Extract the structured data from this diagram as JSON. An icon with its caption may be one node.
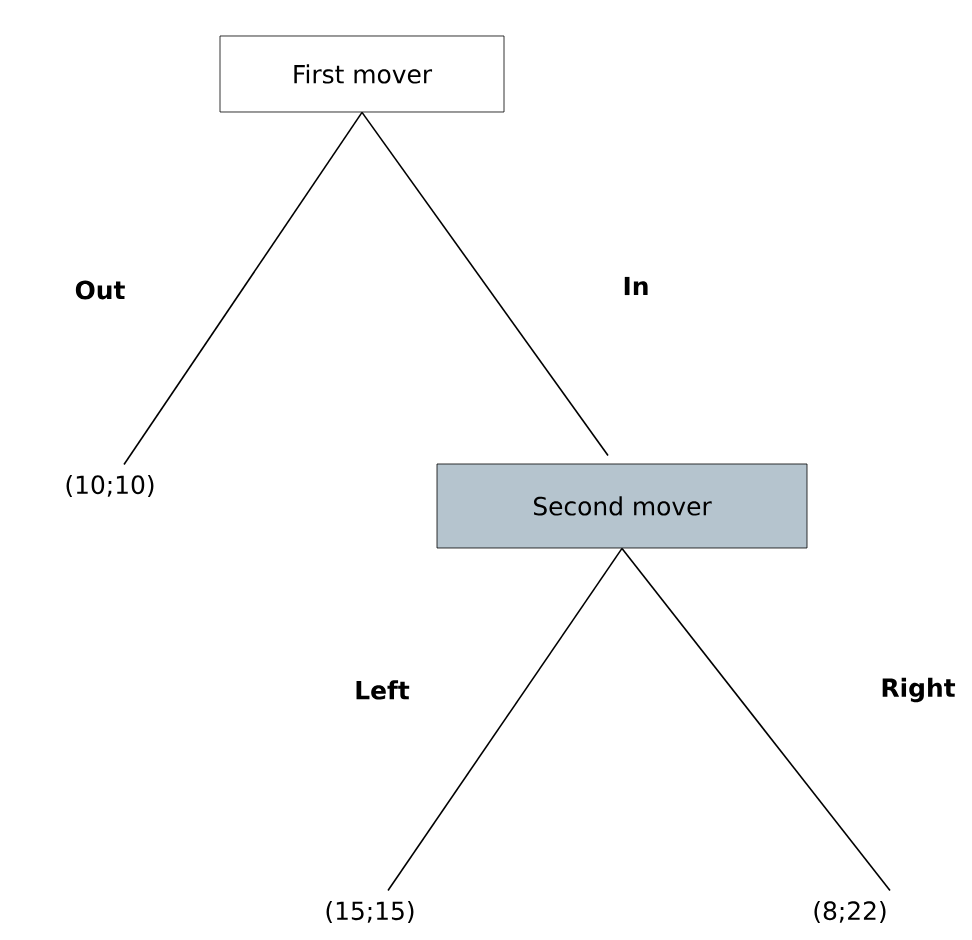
{
  "diagram": {
    "nodes": [
      {
        "text": [
          "First mover"
        ]
      },
      {
        "text": [
          "(10;10)"
        ]
      },
      {
        "text": [
          "Second mover"
        ]
      },
      {
        "text": [
          "(15;15)"
        ]
      },
      {
        "text": [
          "(8;22)"
        ]
      }
    ],
    "edges": [
      {
        "from": 0,
        "to": 1,
        "arrow": "none",
        "label": "Out"
      },
      {
        "from": 0,
        "to": 2,
        "arrow": "none",
        "label": "In"
      },
      {
        "from": 2,
        "to": 3,
        "arrow": "none",
        "label": "Left"
      },
      {
        "from": 2,
        "to": 4,
        "arrow": "none",
        "label": "Right"
      }
    ]
  }
}
